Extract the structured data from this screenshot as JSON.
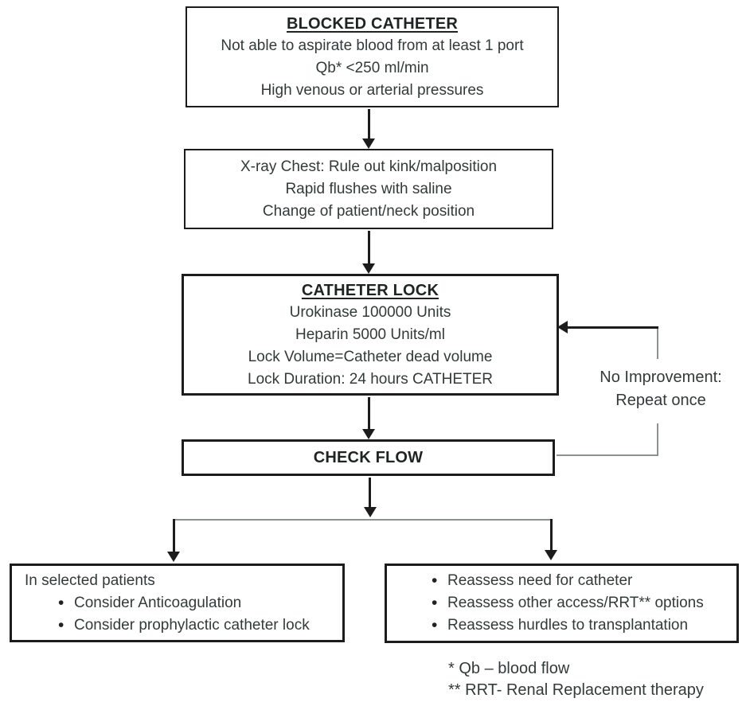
{
  "boxes": {
    "blocked_catheter": {
      "title": "BLOCKED CATHETER",
      "lines": [
        "Not able to aspirate blood from at least 1 port",
        "Qb* <250 ml/min",
        "High venous or arterial pressures"
      ]
    },
    "xray": {
      "lines": [
        "X-ray Chest: Rule out kink/malposition",
        "Rapid flushes with saline",
        "Change of patient/neck position"
      ]
    },
    "catheter_lock": {
      "title": "CATHETER LOCK",
      "lines": [
        "Urokinase 100000 Units",
        "Heparin 5000 Units/ml",
        "Lock Volume=Catheter dead volume",
        "Lock Duration: 24 hours CATHETER"
      ]
    },
    "check_flow": {
      "title": "CHECK FLOW"
    },
    "selected_patients": {
      "intro": "In selected patients",
      "bullets": [
        "Consider Anticoagulation",
        "Consider prophylactic catheter lock"
      ]
    },
    "reassess": {
      "bullets": [
        "Reassess need for catheter",
        "Reassess other access/RRT** options",
        "Reassess hurdles to transplantation"
      ]
    }
  },
  "loop_label": {
    "line1": "No Improvement:",
    "line2": "Repeat once"
  },
  "footnotes": [
    "* Qb – blood flow",
    "** RRT- Renal Replacement therapy"
  ],
  "colors": {
    "border": "#1c1c1c",
    "text": "#333a3a",
    "light_line": "#8b9191",
    "background": "#ffffff"
  }
}
